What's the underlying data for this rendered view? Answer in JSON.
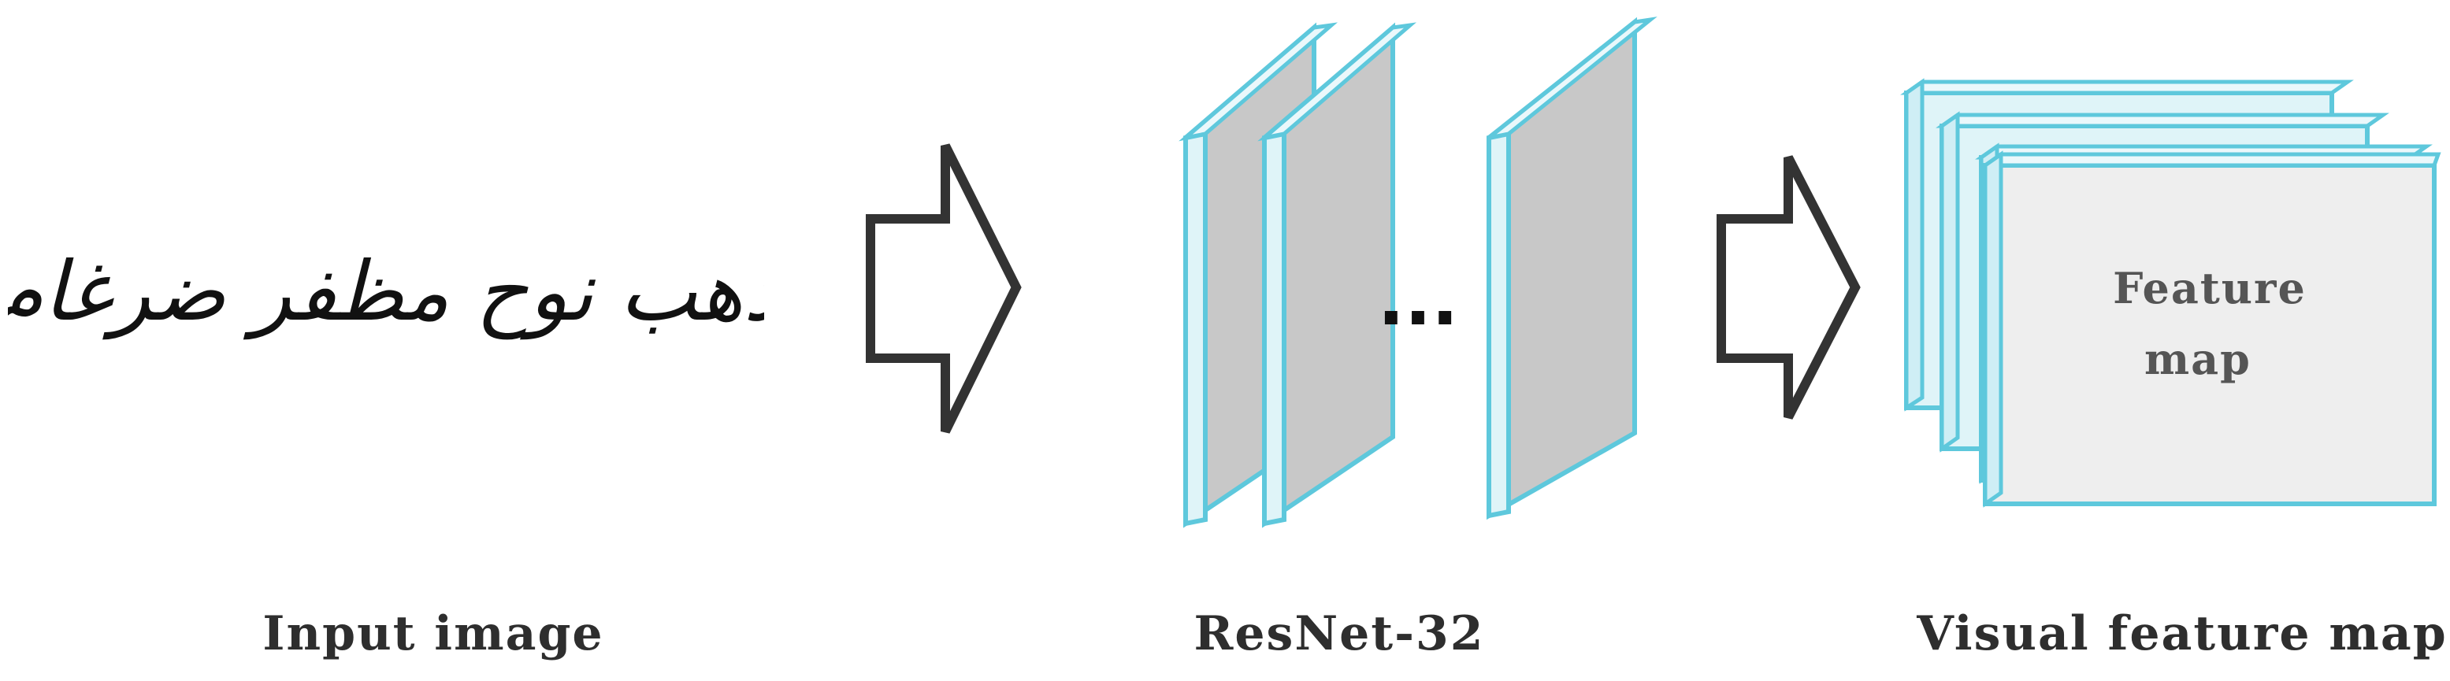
{
  "input": {
    "handwriting_text": "ذهب نوح مظفر ضرغام",
    "caption": "Input image"
  },
  "resnet": {
    "ellipsis": "...",
    "caption": "ResNet-32"
  },
  "feature_map": {
    "label_line1": "Feature",
    "label_line2": "map",
    "caption": "Visual feature map"
  },
  "colors": {
    "layer_edge": "#5ec8dc",
    "layer_side": "#dff4f8",
    "layer_face": "#c8c8c8",
    "map_face": "#eeeeee",
    "arrow_stroke": "#333333"
  }
}
